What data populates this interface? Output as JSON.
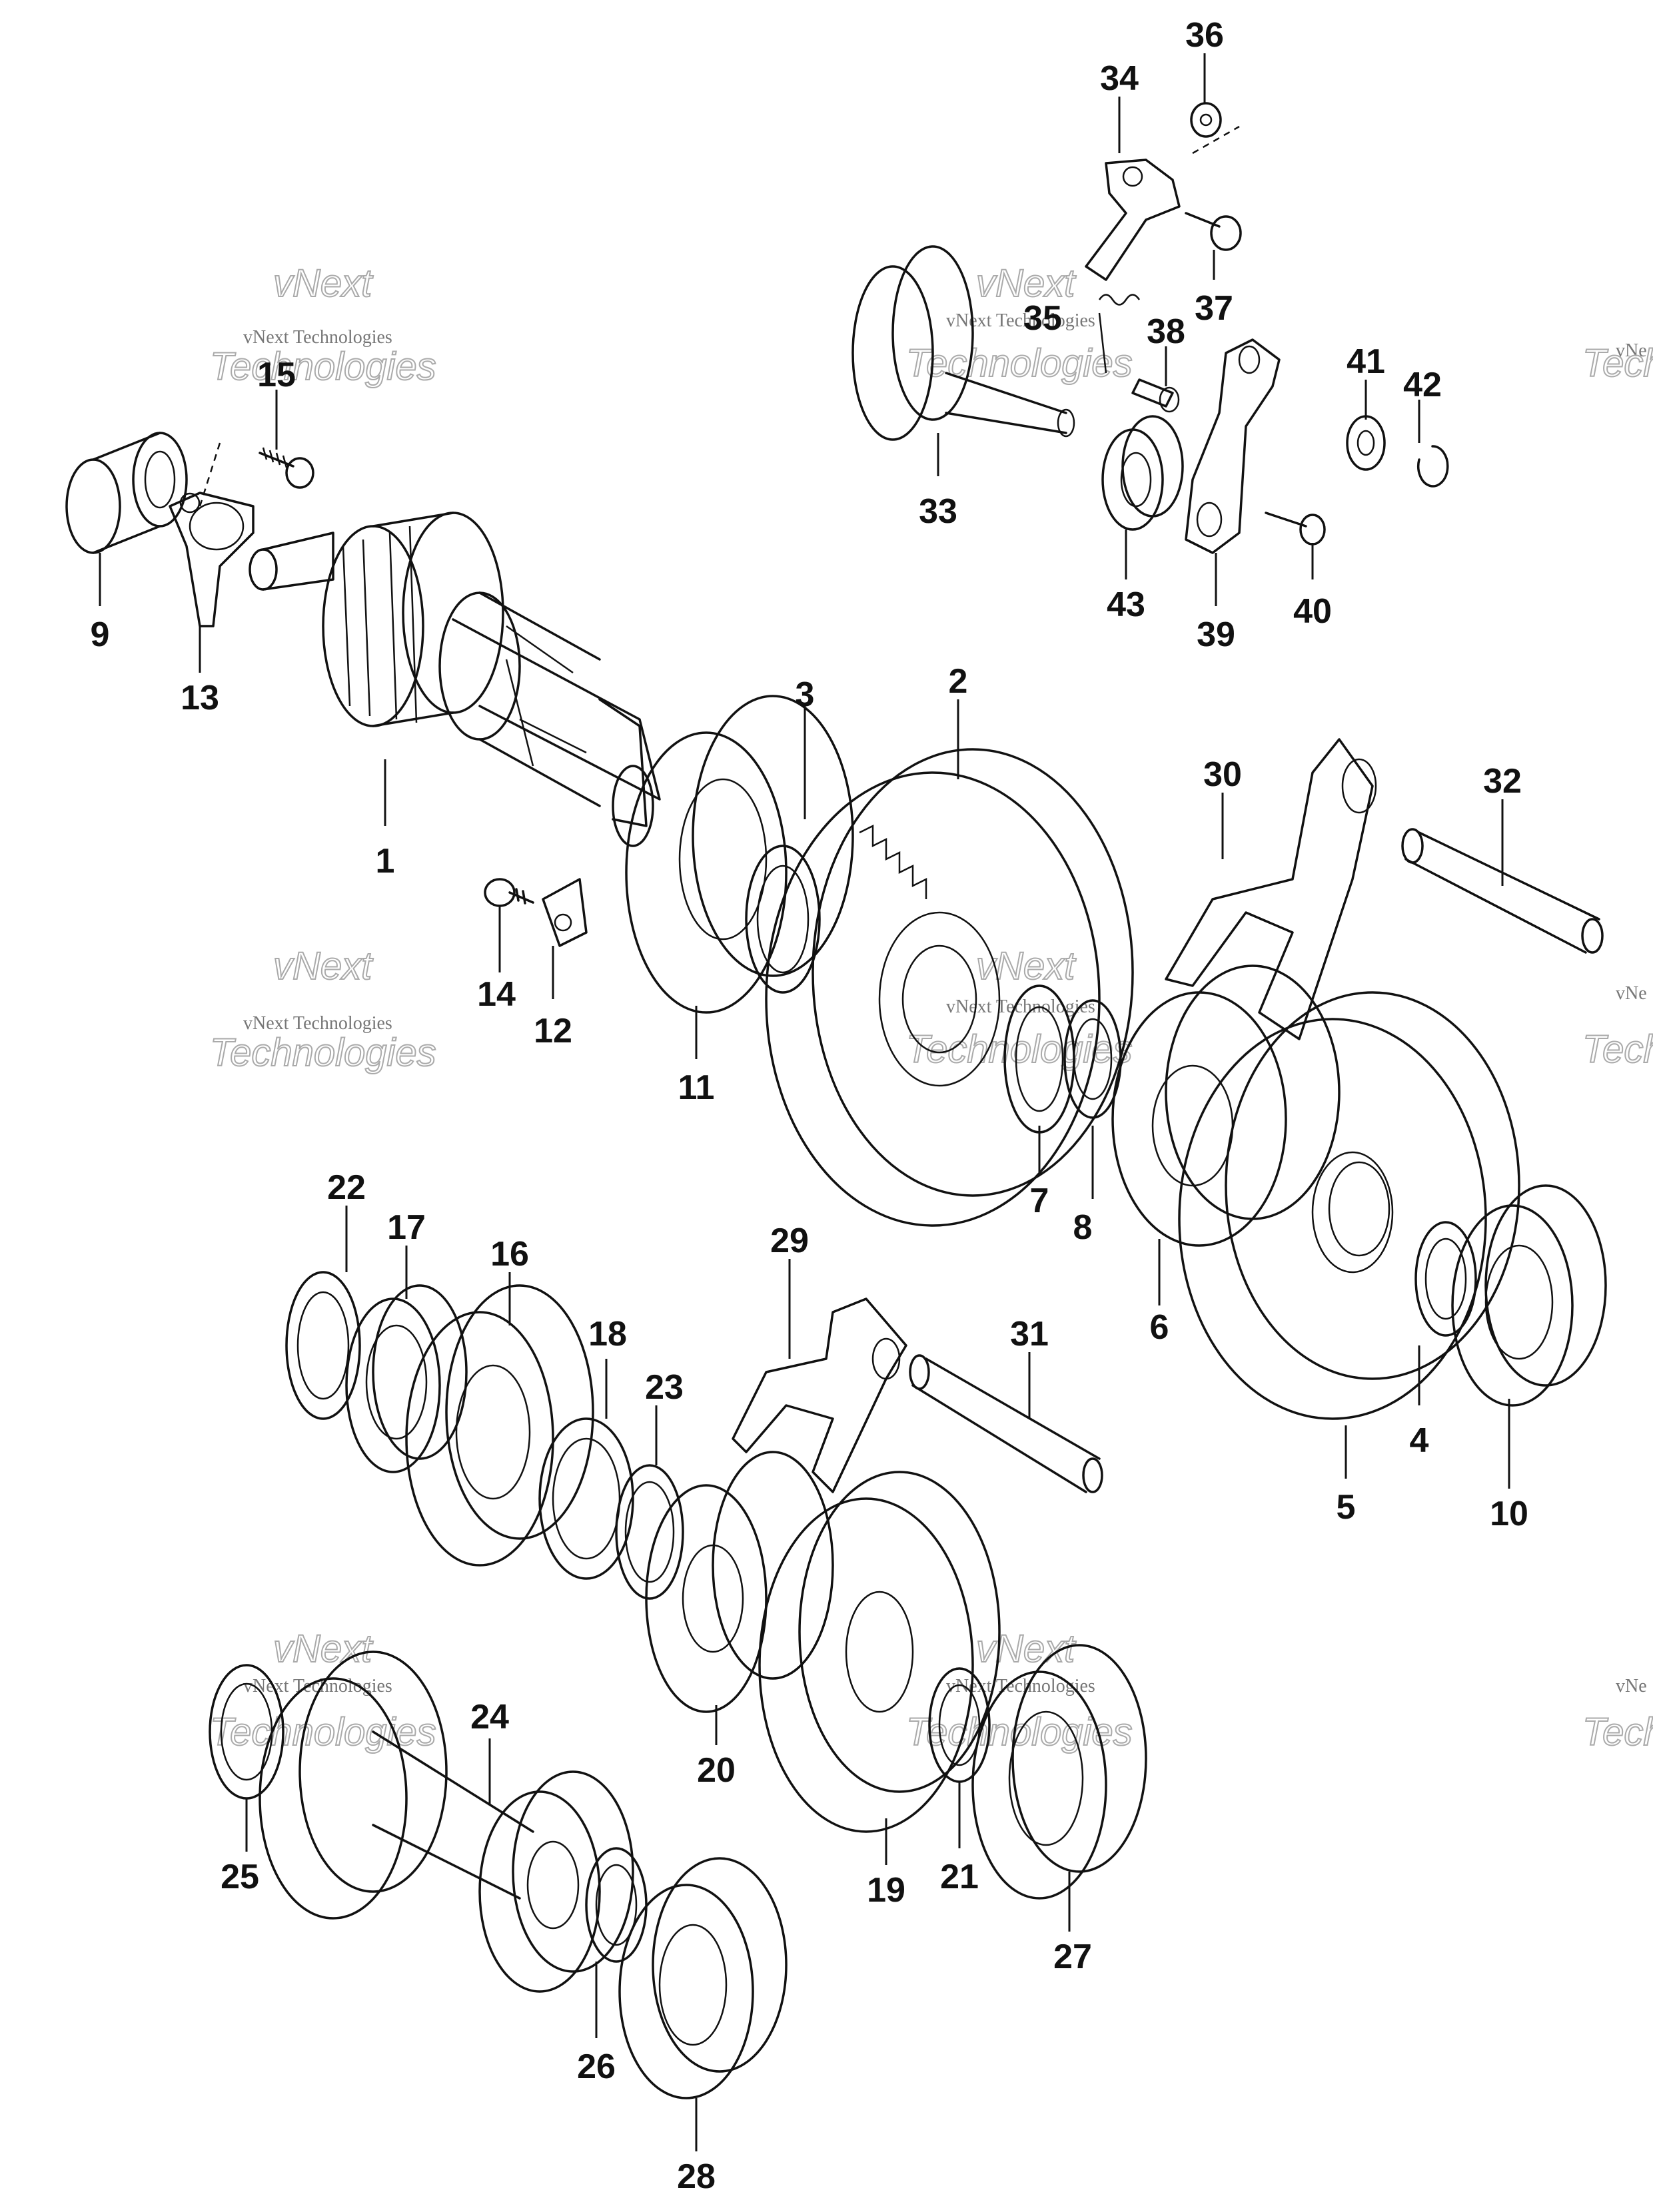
{
  "watermark": {
    "line1": "vNext",
    "line2": "vNext Technologies",
    "line3": "Technologies",
    "partial_right_top": "vNe",
    "partial_right_bottom": "Tech"
  },
  "callouts": [
    "1",
    "2",
    "3",
    "4",
    "5",
    "6",
    "7",
    "8",
    "9",
    "10",
    "11",
    "12",
    "13",
    "14",
    "15",
    "16",
    "17",
    "18",
    "19",
    "20",
    "21",
    "22",
    "23",
    "24",
    "25",
    "26",
    "27",
    "28",
    "29",
    "30",
    "31",
    "32",
    "33",
    "34",
    "35",
    "36",
    "37",
    "38",
    "39",
    "40",
    "41",
    "42",
    "43"
  ],
  "colors": {
    "line": "#111111",
    "watermark": "#aaaaaa",
    "background": "#ffffff"
  }
}
